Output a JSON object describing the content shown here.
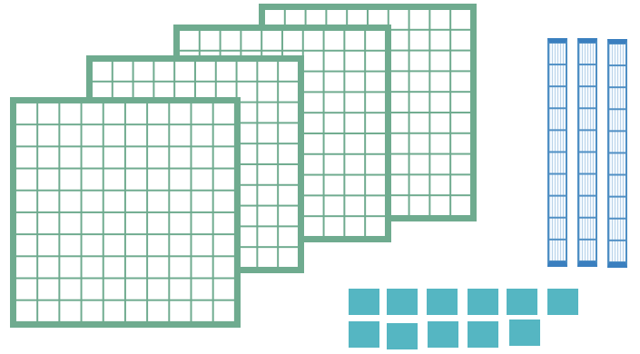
{
  "blocks": {
    "hundreds": {
      "count": 4,
      "grid": "10x10",
      "color": "#6fab8f"
    },
    "tens": {
      "count": 3,
      "segments": 10,
      "color": "#3a7fbf"
    },
    "ones": {
      "count": 11,
      "color": "#55b6c2"
    }
  }
}
